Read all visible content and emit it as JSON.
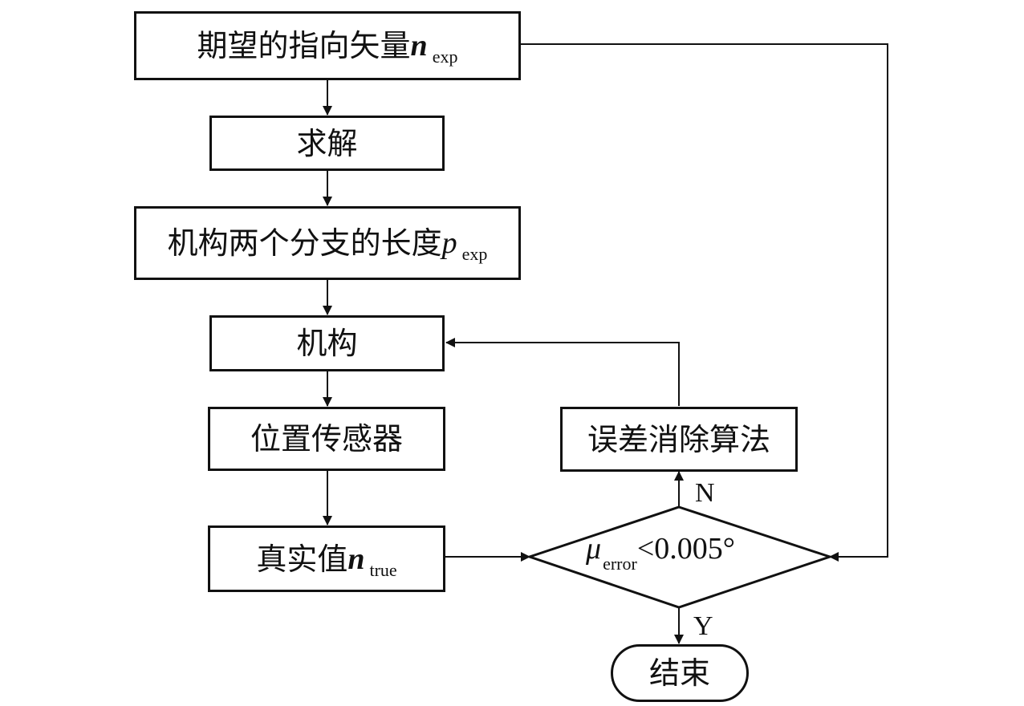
{
  "nodes": {
    "expected_vector": {
      "text": "期望的指向矢量",
      "symbol": "n",
      "subscript": "exp"
    },
    "solve": {
      "text": "求解"
    },
    "branch_length": {
      "text": "机构两个分支的长度",
      "symbol": "p",
      "subscript": "exp"
    },
    "mechanism": {
      "text": "机构"
    },
    "position_sensor": {
      "text": "位置传感器"
    },
    "true_value": {
      "text": "真实值",
      "symbol": "n",
      "subscript": "true"
    },
    "error_algorithm": {
      "text": "误差消除算法"
    },
    "decision": {
      "symbol": "μ",
      "subscript": "error",
      "condition": "<0.005°"
    },
    "end": {
      "text": "结束"
    }
  },
  "branches": {
    "no": "N",
    "yes": "Y"
  }
}
